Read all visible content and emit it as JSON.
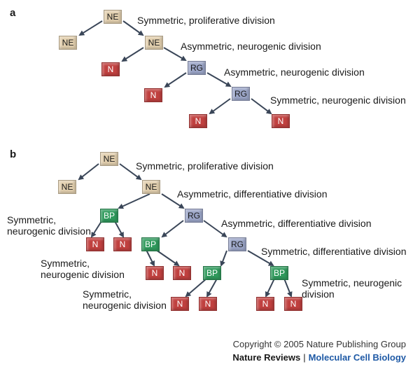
{
  "panels": [
    {
      "letter": "a",
      "nodes": [
        "NE",
        "NE",
        "NE",
        "N",
        "RG",
        "N",
        "RG",
        "N",
        "N"
      ],
      "labels": [
        "Symmetric, proliferative division",
        "Asymmetric, neurogenic division",
        "Asymmetric, neurogenic division",
        "Symmetric, neurogenic division"
      ]
    },
    {
      "letter": "b",
      "nodes": [
        "NE",
        "NE",
        "NE",
        "BP",
        "RG",
        "N",
        "N",
        "BP",
        "RG",
        "N",
        "N",
        "BP",
        "BP",
        "N",
        "N",
        "N",
        "N"
      ],
      "labels": [
        "Symmetric, proliferative division",
        "Asymmetric, differentiative division",
        "Symmetric,\nneurogenic division",
        "Asymmetric, differentiative division",
        "Symmetric, differentiative division",
        "Symmetric,\nneurogenic division",
        "Symmetric, neurogenic\ndivision",
        "Symmetric,\nneurogenic division"
      ]
    }
  ],
  "footer": {
    "copyright": "Copyright © 2005 Nature Publishing Group",
    "journal": "Nature Reviews",
    "separator": "|",
    "subjournal": "Molecular Cell Biology"
  },
  "colors": {
    "NE": "#e2cfae",
    "RG": "#9ca6c8",
    "N": "#c0403f",
    "BP": "#2f9a5c",
    "arrow": "#3a4658",
    "journal_accent": "#1f5aa6"
  }
}
